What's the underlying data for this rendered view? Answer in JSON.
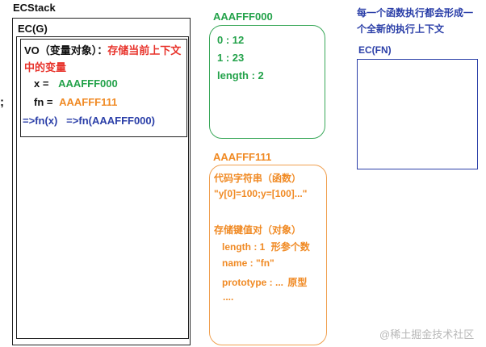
{
  "colors": {
    "black": "#111111",
    "red": "#e8332b",
    "green": "#23a24a",
    "orange": "#f08a24",
    "blue": "#2b3fa8",
    "watermark": "#b8b8b8"
  },
  "left_mark": ";",
  "ecstack": {
    "title": "ECStack",
    "ecg": {
      "title": "EC(G)",
      "vo": {
        "title_black": "VO（变量对象）：",
        "title_red_line1": "存储当前上下文",
        "title_red_line2": "中的变量",
        "x_label": "x =",
        "x_value": "AAAFFF000",
        "fn_label": "fn =",
        "fn_value": "AAAFFF111",
        "refs": "=>fn(x)   =>fn(AAAFFF000)"
      }
    }
  },
  "heap_array": {
    "address": "AAAFFF000",
    "lines": [
      "0 : 12",
      "1 : 23",
      "length : 2"
    ]
  },
  "heap_function": {
    "address": "AAAFFF111",
    "code_title": "代码字符串（函数）",
    "code_value": "\"y[0]=100;y=[100]...\"",
    "kv_title": "存储键值对（对象）",
    "props": [
      {
        "key": "length : 1",
        "note": "形参个数"
      },
      {
        "key": "name : \"fn\"",
        "note": ""
      },
      {
        "key": "prototype : ...",
        "note": "原型"
      }
    ],
    "more": "...."
  },
  "note": {
    "line1": "每一个函数执行都会形成一",
    "line2": "个全新的执行上下文"
  },
  "ecfn": {
    "title": "EC(FN)"
  },
  "watermark": "@稀土掘金技术社区"
}
